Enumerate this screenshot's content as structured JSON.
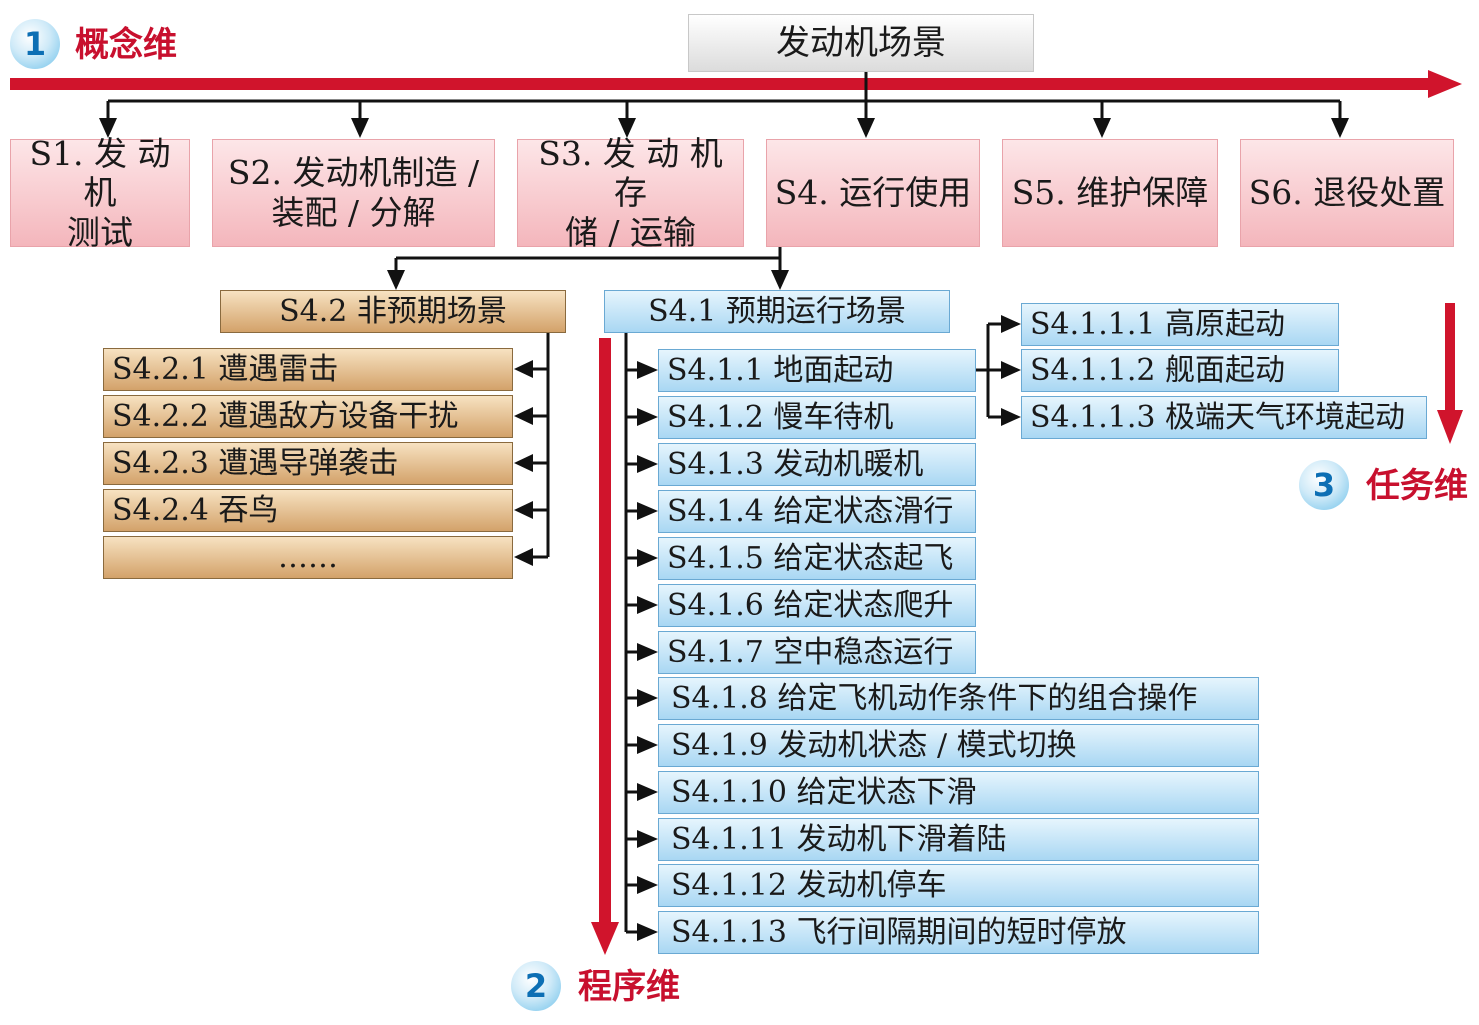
{
  "root": "发动机场景",
  "dimensions": {
    "concept": {
      "number": "1",
      "label": "概念维"
    },
    "procedure": {
      "number": "2",
      "label": "程序维"
    },
    "task": {
      "number": "3",
      "label": "任务维"
    }
  },
  "stages": [
    {
      "line1": "S1. 发 动 机",
      "line2": "测试"
    },
    {
      "line1": "S2. 发动机制造 /",
      "line2": "装配 / 分解"
    },
    {
      "line1": "S3. 发 动 机 存",
      "line2": "储 / 运输"
    },
    {
      "line1": "S4. 运行使用",
      "line2": ""
    },
    {
      "line1": "S5. 维护保障",
      "line2": ""
    },
    {
      "line1": "S6. 退役处置",
      "line2": ""
    }
  ],
  "unexpected": {
    "title": "S4.2 非预期场景",
    "items": [
      "S4.2.1 遭遇雷击",
      "S4.2.2 遭遇敌方设备干扰",
      "S4.2.3 遭遇导弹袭击",
      "S4.2.4 吞鸟",
      "……"
    ]
  },
  "expected": {
    "title": "S4.1 预期运行场景",
    "items": [
      "S4.1.1 地面起动",
      "S4.1.2 慢车待机",
      "S4.1.3 发动机暖机",
      "S4.1.4 给定状态滑行",
      "S4.1.5 给定状态起飞",
      "S4.1.6 给定状态爬升",
      "S4.1.7 空中稳态运行",
      "S4.1.8 给定飞机动作条件下的组合操作",
      "S4.1.9 发动机状态 / 模式切换",
      "S4.1.10 给定状态下滑",
      "S4.1.11 发动机下滑着陆",
      "S4.1.12 发动机停车",
      "S4.1.13 飞行间隔期间的短时停放"
    ],
    "ground_start_items": [
      "S4.1.1.1 高原起动",
      "S4.1.1.2 舰面起动",
      "S4.1.1.3 极端天气环境起动"
    ]
  },
  "colors": {
    "axis_red": "#d0142c",
    "connector": "#111111",
    "stage_pink": "#f4b6bc",
    "tan": "#d3a26a",
    "blue": "#a9d7f3"
  }
}
